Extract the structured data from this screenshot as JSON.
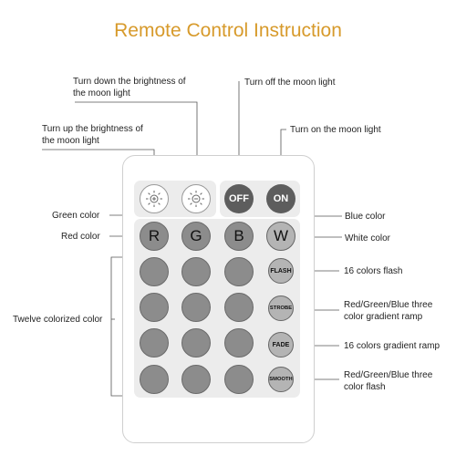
{
  "title": "Remote Control Instruction",
  "labels": {
    "turn_down": "Turn down the brightness of the moon light",
    "turn_up": "Turn up the brightness of the moon light",
    "turn_off": "Turn off the moon light",
    "turn_on": "Turn on the moon light",
    "green": "Green color",
    "red": "Red color",
    "blue": "Blue color",
    "white": "White color",
    "twelve": "Twelve colorized color",
    "flash": "16 colors flash",
    "strobe": "Red/Green/Blue three color gradient ramp",
    "fade": "16 colors gradient ramp",
    "smooth": "Red/Green/Blue three color flash"
  },
  "buttons": {
    "off": "OFF",
    "on": "ON",
    "r": "R",
    "g": "G",
    "b": "B",
    "w": "W",
    "flash": "FLASH",
    "strobe": "STROBE",
    "fade": "FADE",
    "smooth": "SMOOTH"
  },
  "colors": {
    "title": "#d79a2b",
    "button_grey": "#8c8c8c",
    "button_dark": "#5d5d5d",
    "panel": "#ececec"
  }
}
